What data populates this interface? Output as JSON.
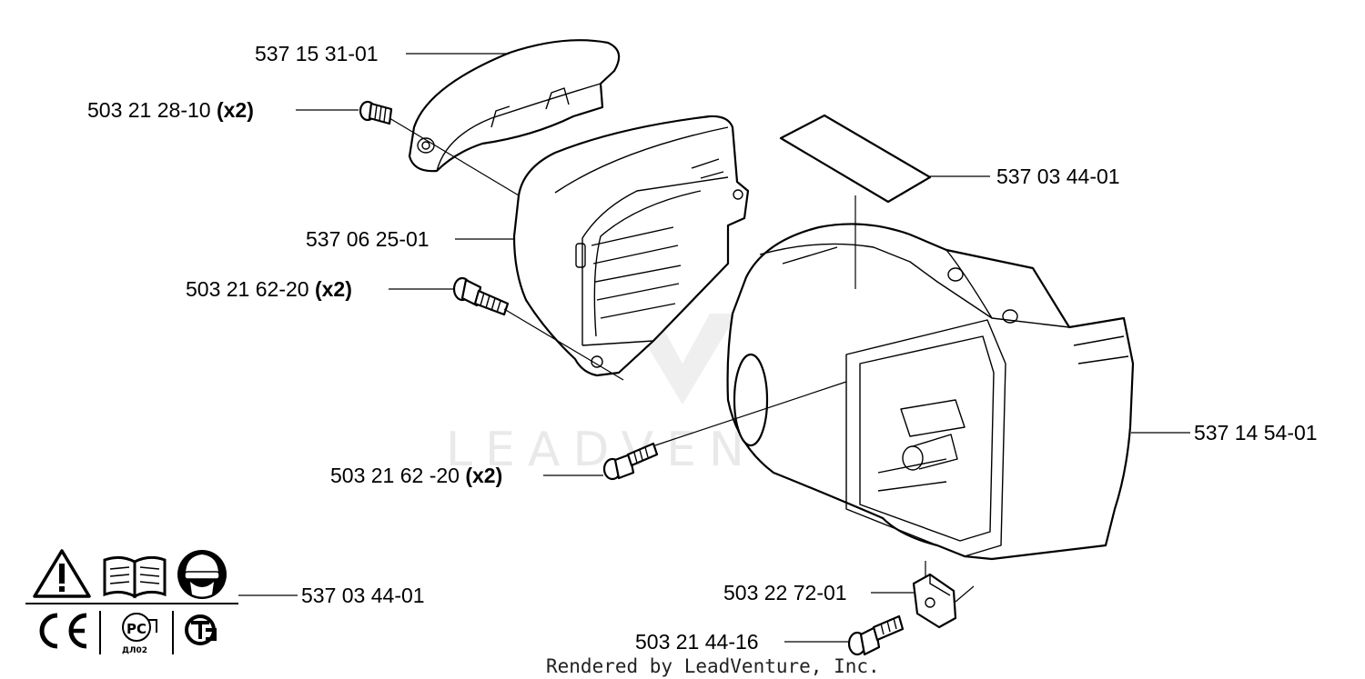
{
  "watermark": "LEADVENTURE",
  "footer": "Rendered by LeadVenture, Inc.",
  "callouts": [
    {
      "id": "top-cover",
      "part": "537 15 31-01",
      "qty": ""
    },
    {
      "id": "screw-a",
      "part": "503 21 28-10",
      "qty": "(x2)"
    },
    {
      "id": "sticker",
      "part": "537 03 44-01",
      "qty": ""
    },
    {
      "id": "cover-housing",
      "part": "537 06 25-01",
      "qty": ""
    },
    {
      "id": "screw-b",
      "part": "503 21 62-20",
      "qty": "(x2)"
    },
    {
      "id": "main-housing",
      "part": "537 14 54-01",
      "qty": ""
    },
    {
      "id": "screw-c",
      "part": "503 21 62 -20",
      "qty": "(x2)"
    },
    {
      "id": "warning-label",
      "part": "537 03 44-01",
      "qty": ""
    },
    {
      "id": "clip-nut",
      "part": "503 22 72-01",
      "qty": ""
    },
    {
      "id": "screw-d",
      "part": "503 21 44-16",
      "qty": ""
    }
  ],
  "symbols": {
    "ce": "CE",
    "gost": "РС",
    "gost_code": "ДЛ02"
  },
  "icons": [
    "warning-triangle-icon",
    "manual-book-icon",
    "protective-gear-icon",
    "ce-mark-icon",
    "gost-mark-icon",
    "eac-mark-icon"
  ]
}
